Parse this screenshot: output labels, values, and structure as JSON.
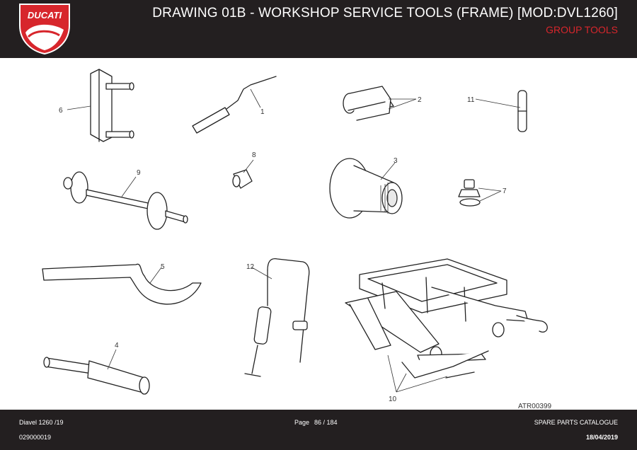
{
  "header": {
    "title": "DRAWING 01B - WORKSHOP SERVICE TOOLS (FRAME) [MOD:DVL1260]",
    "subtitle": "GROUP TOOLS",
    "logo_text": "DUCATI"
  },
  "drawing": {
    "drawing_code": "ATR00399",
    "callouts": [
      "1",
      "2",
      "3",
      "4",
      "5",
      "6",
      "7",
      "8",
      "9",
      "10",
      "11",
      "12"
    ]
  },
  "footer": {
    "model": "Diavel 1260 /19",
    "page_label": "Page",
    "page_value": "86 / 184",
    "catalogue": "SPARE PARTS CATALOGUE",
    "code": "029000019",
    "date": "18/04/2019"
  },
  "colors": {
    "header_bg": "#231f20",
    "accent_red": "#d7262c"
  }
}
